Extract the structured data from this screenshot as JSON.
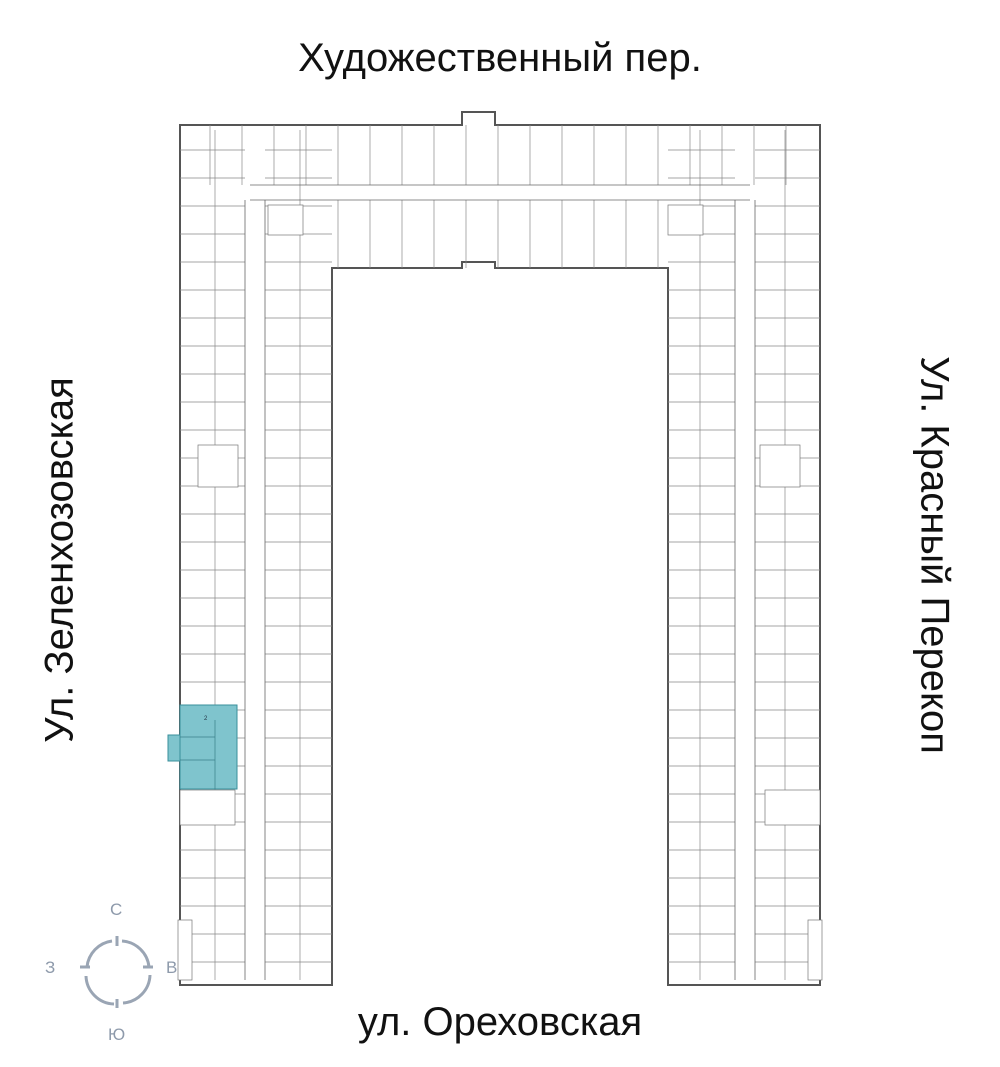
{
  "streets": {
    "top": "Художественный пер.",
    "bottom": "ул. Ореховская",
    "left": "Ул. Зеленхозовская",
    "right": "Ул. Красный Перекоп"
  },
  "compass": {
    "north": "С",
    "south": "Ю",
    "west": "З",
    "east": "В"
  },
  "colors": {
    "highlight": "#7fc4cd",
    "walls": "#555555",
    "compass": "#9aa5b4"
  },
  "selected_apartment": {
    "rooms_label": "2"
  }
}
